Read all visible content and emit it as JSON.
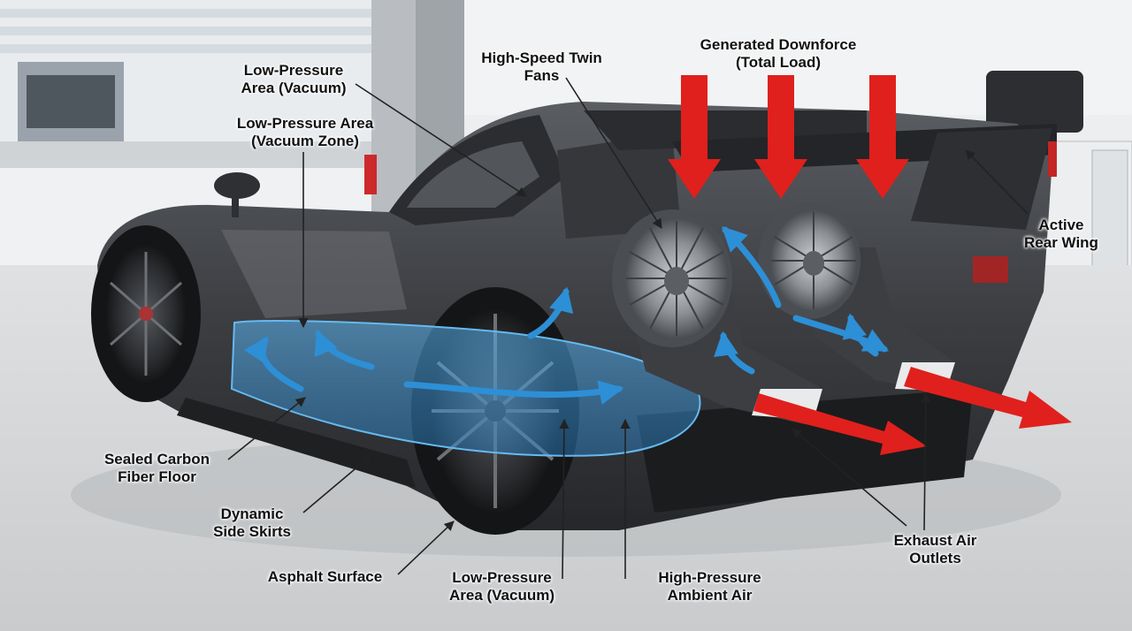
{
  "labels": {
    "low_pressure_vacuum_top": [
      "Low-Pressure",
      "Area (Vacuum)"
    ],
    "low_pressure_vacuum_zone": [
      "Low-Pressure Area",
      "(Vacuum Zone)"
    ],
    "high_speed_twin_fans": [
      "High-Speed Twin",
      "Fans"
    ],
    "generated_downforce": [
      "Generated Downforce",
      "(Total Load)"
    ],
    "active_rear_wing": [
      "Active",
      "Rear Wing"
    ],
    "sealed_carbon_floor": [
      "Sealed Carbon",
      "Fiber Floor"
    ],
    "dynamic_side_skirts": [
      "Dynamic",
      "Side Skirts"
    ],
    "asphalt_surface": [
      "Asphalt Surface"
    ],
    "low_pressure_vacuum_bottom": [
      "Low-Pressure",
      "Area (Vacuum)"
    ],
    "high_pressure_ambient": [
      "High-Pressure",
      "Ambient Air"
    ],
    "exhaust_air_outlets": [
      "Exhaust Air",
      "Outlets"
    ]
  },
  "colors": {
    "downforce_arrow": "#e0201c",
    "airflow": "#2d8fd6",
    "airflow_zone": "#3aa0e6",
    "carbon_body": "#3a3c40",
    "garage_floor": "#d3d5d7",
    "label_text": "#111111"
  },
  "counts": {
    "downforce_arrows": 3,
    "fans": 2,
    "exhaust_arrows": 2
  }
}
